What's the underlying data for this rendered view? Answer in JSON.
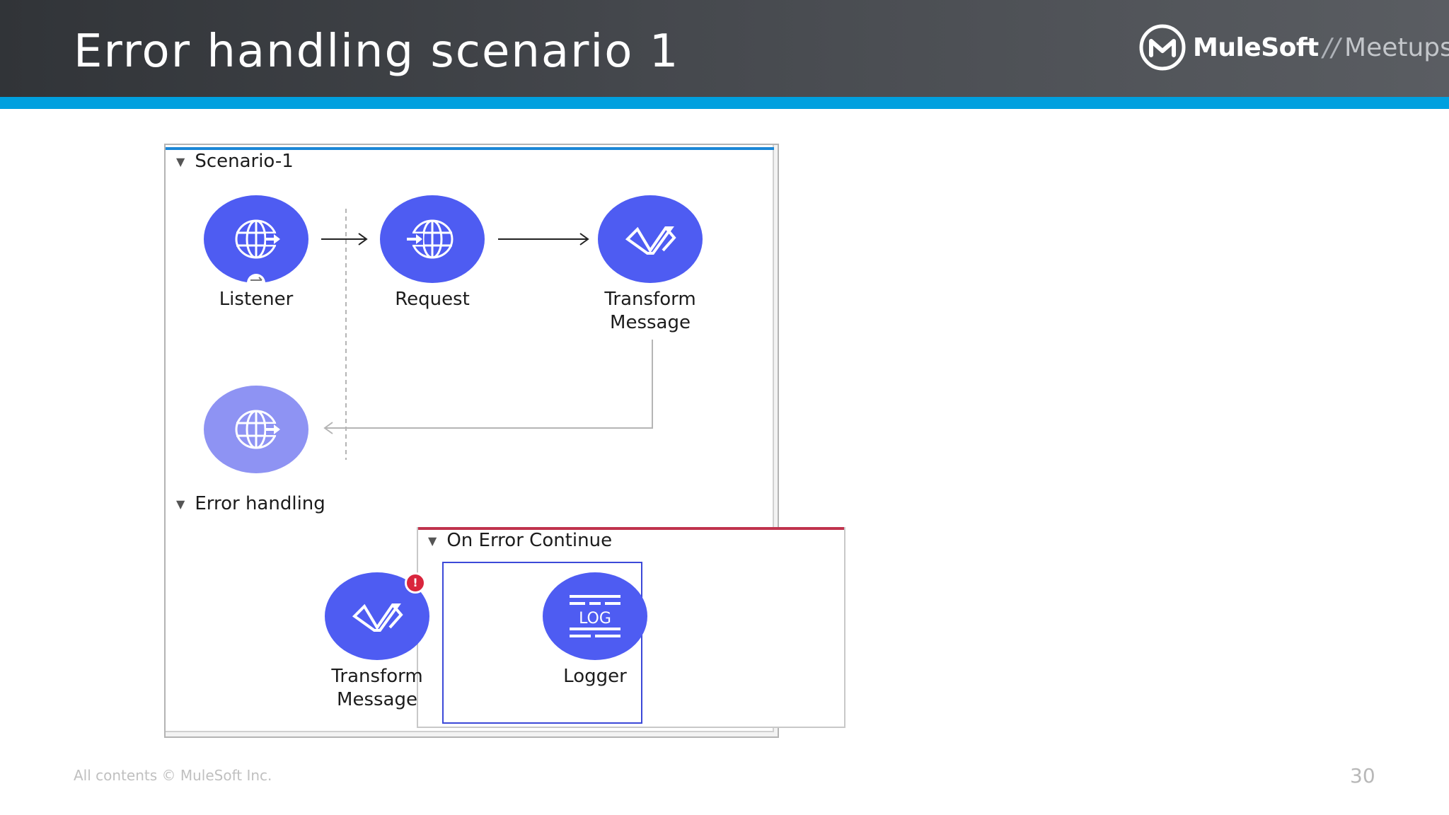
{
  "slide": {
    "title": "Error handling scenario 1",
    "footer_text": "All contents © MuleSoft Inc.",
    "page_number": "30"
  },
  "logo": {
    "brand": "MuleSoft",
    "separator": "//",
    "sub": "Meetups"
  },
  "flow": {
    "name": "Scenario-1",
    "nodes": [
      {
        "label": "Listener",
        "icon": "http-listener-globe-icon"
      },
      {
        "label": "Request",
        "icon": "http-request-globe-icon"
      },
      {
        "label": "Transform Message",
        "icon": "transform-message-icon"
      }
    ],
    "response_icon": "http-response-globe-icon"
  },
  "error_handling": {
    "label": "Error handling",
    "scope": "On Error Continue",
    "nodes": [
      {
        "label": "Transform Message",
        "icon": "transform-message-icon",
        "has_error": true
      },
      {
        "label": "Logger",
        "icon": "logger-icon",
        "icon_text": "LOG"
      }
    ],
    "error_badge": "!"
  },
  "colors": {
    "node": "#4e5cf2",
    "node_light": "#8e93f3",
    "stripe": "#00a0df",
    "flow_accent": "#1b87d6",
    "error_accent": "#c0334d"
  }
}
